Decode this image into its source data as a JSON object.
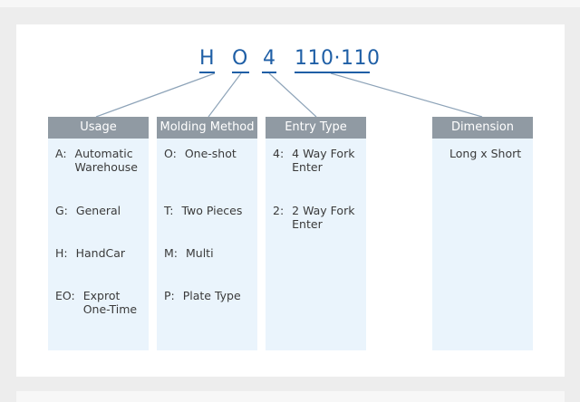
{
  "code": {
    "chars": [
      "H",
      "O",
      "4",
      "110·110"
    ]
  },
  "columns": [
    {
      "header": "Usage",
      "entries": [
        {
          "key": "A:",
          "line1": "Automatic",
          "line2": "Warehouse"
        },
        {
          "key": "G:",
          "line1": "General",
          "line2": ""
        },
        {
          "key": "H:",
          "line1": "HandCar",
          "line2": ""
        },
        {
          "key": "EO:",
          "line1": "Exprot",
          "line2": "One-Time"
        }
      ]
    },
    {
      "header": "Molding Method",
      "entries": [
        {
          "key": "O:",
          "line1": "One-shot",
          "line2": ""
        },
        {
          "key": "T:",
          "line1": "Two Pieces",
          "line2": ""
        },
        {
          "key": "M:",
          "line1": "Multi",
          "line2": ""
        },
        {
          "key": "P:",
          "line1": "Plate Type",
          "line2": ""
        }
      ]
    },
    {
      "header": "Entry Type",
      "entries": [
        {
          "key": "4:",
          "line1": "4 Way Fork",
          "line2": "Enter"
        },
        {
          "key": "2:",
          "line1": "2 Way Fork",
          "line2": "Enter"
        }
      ]
    },
    {
      "header": "Dimension",
      "entries": [
        {
          "key": "",
          "line1": "Long x Short",
          "line2": ""
        }
      ]
    }
  ],
  "colors": {
    "code_blue": "#1f5fa6",
    "header_gray": "#909aa3",
    "column_bg": "#eaf4fc",
    "connector": "#8da3b8"
  }
}
